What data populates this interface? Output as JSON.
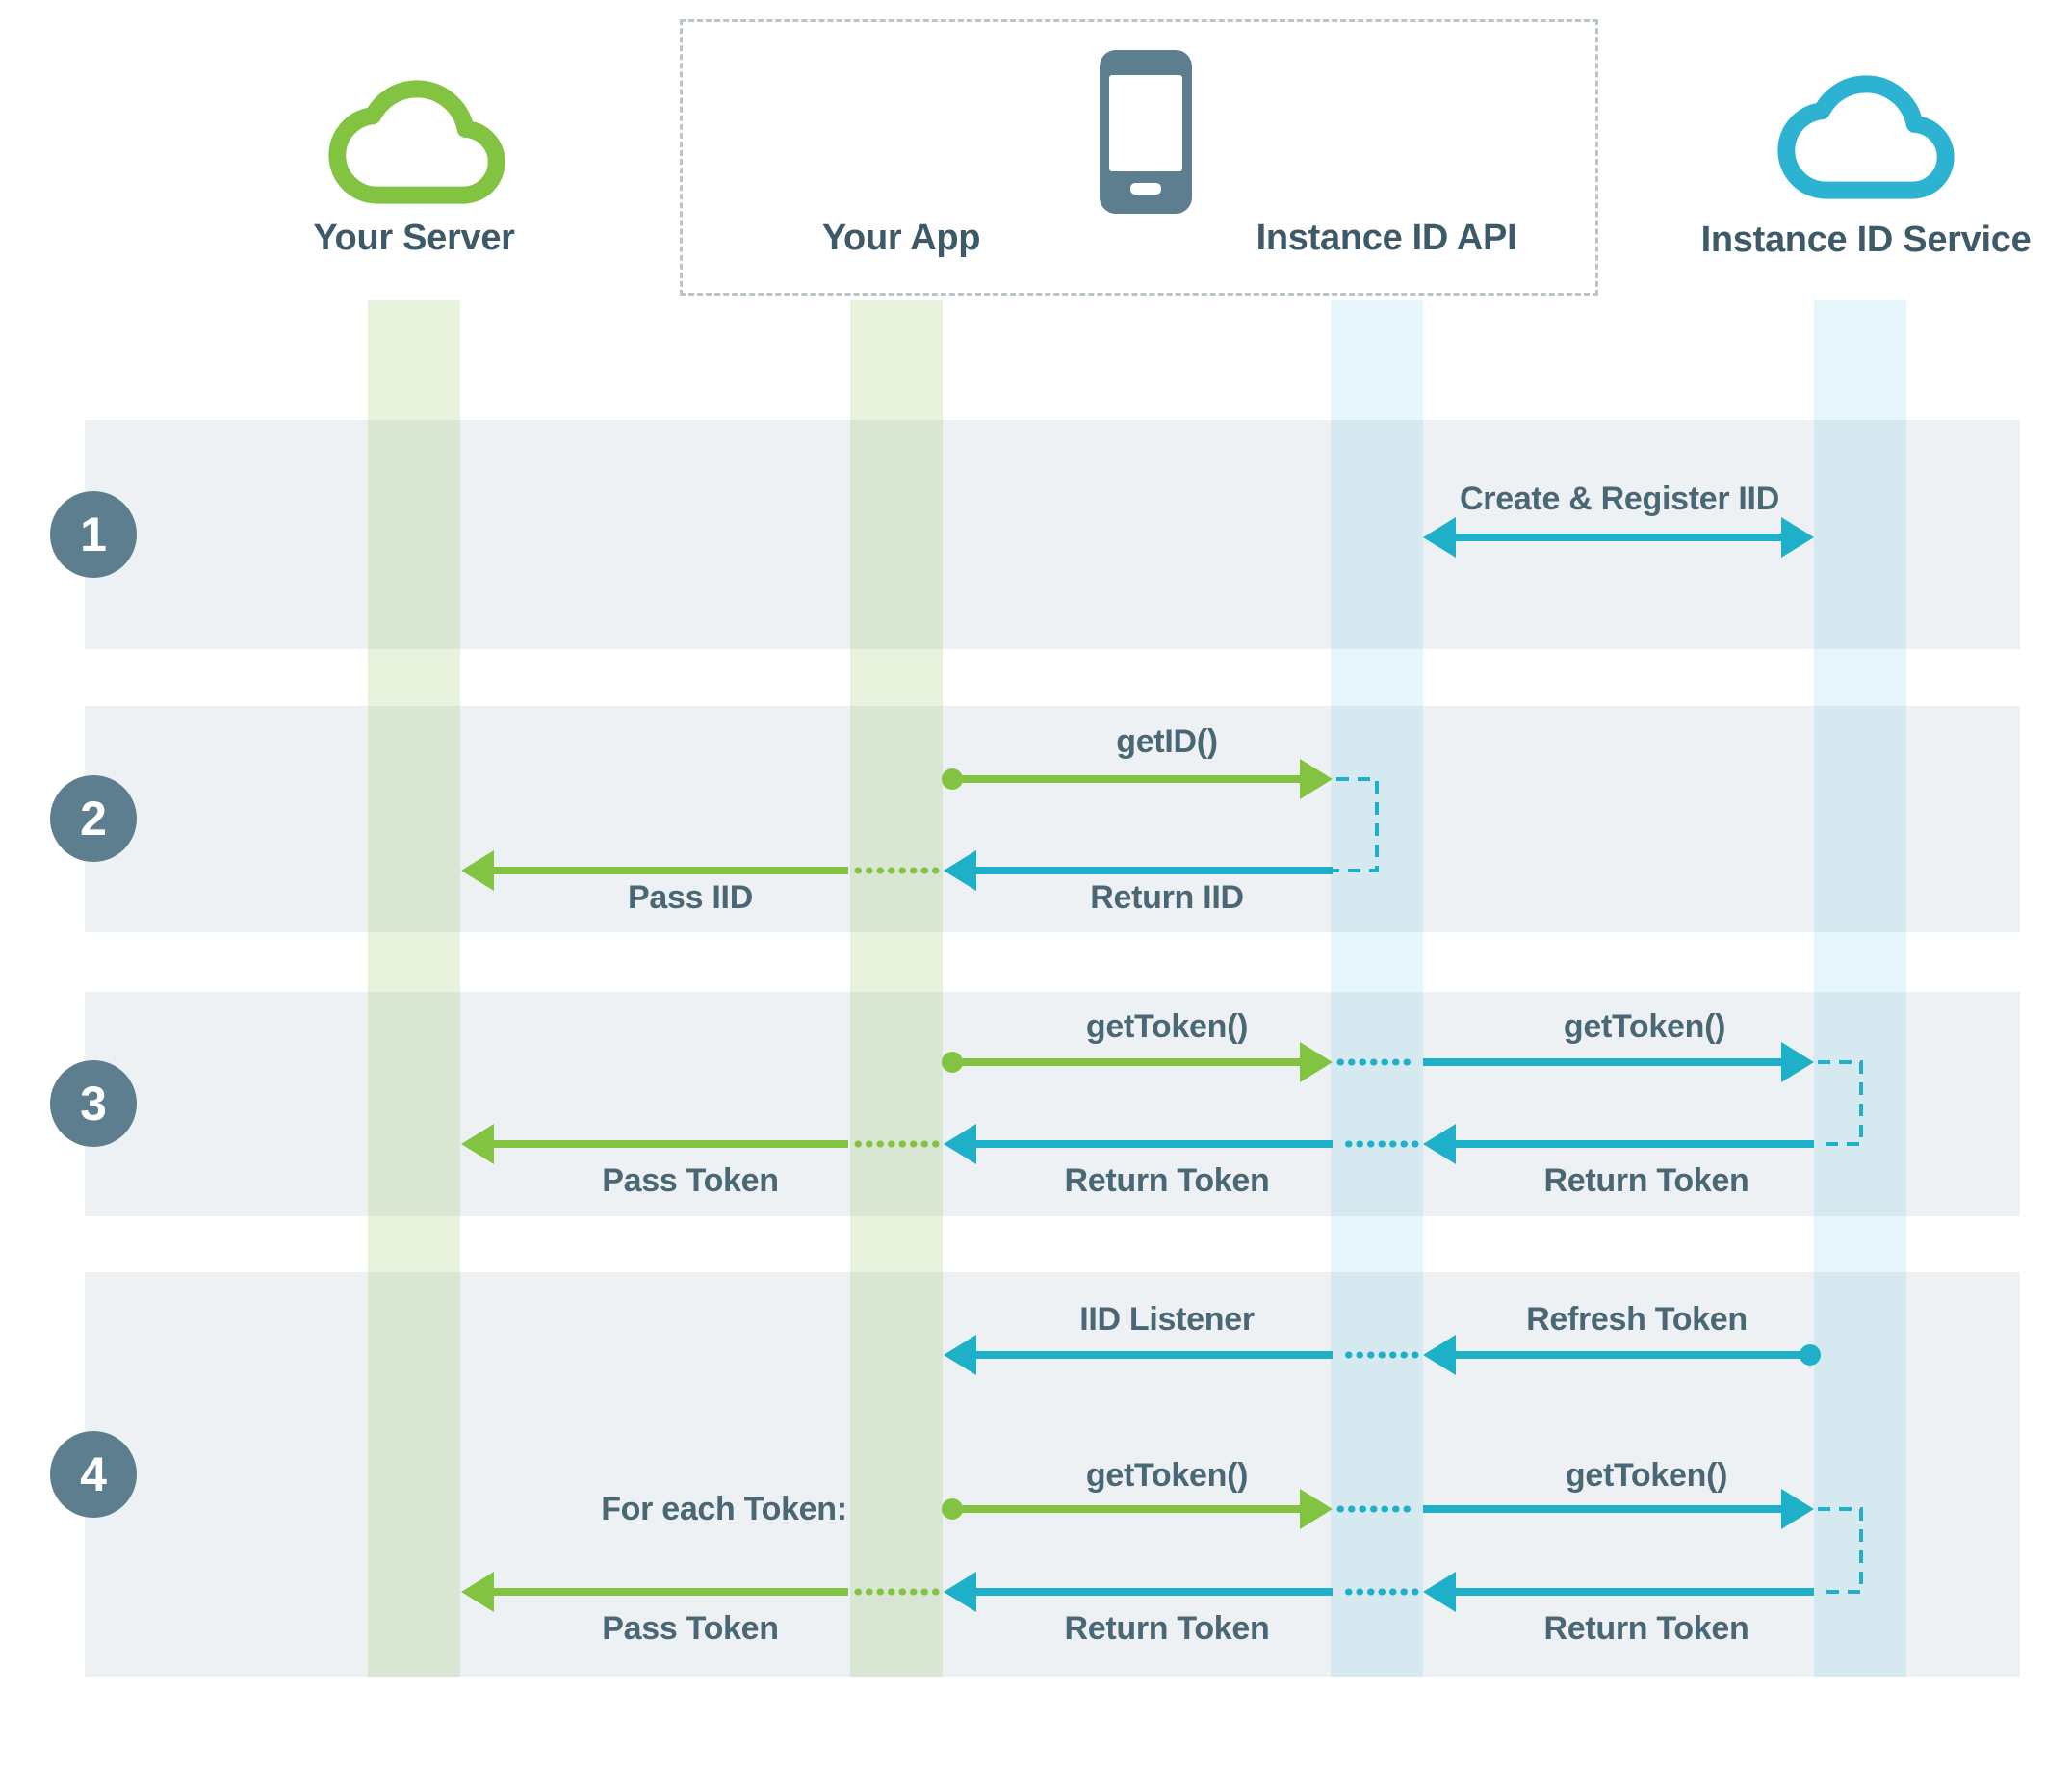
{
  "participants": [
    {
      "label": "Your Server",
      "icon": "cloud-icon"
    },
    {
      "label": "Your App",
      "icon": "phone-icon"
    },
    {
      "label": "Instance ID API",
      "icon": "phone-icon"
    },
    {
      "label": "Instance ID Service",
      "icon": "cloud-icon"
    }
  ],
  "steps": [
    {
      "number": "1",
      "labels": {
        "create_register": "Create & Register IID"
      }
    },
    {
      "number": "2",
      "labels": {
        "get_id": "getID()",
        "return_iid": "Return IID",
        "pass_iid": "Pass IID"
      }
    },
    {
      "number": "3",
      "labels": {
        "get_token": "getToken()",
        "get_token2": "getToken()",
        "return_token": "Return Token",
        "return_token2": "Return Token",
        "pass_token": "Pass Token"
      }
    },
    {
      "number": "4",
      "labels": {
        "iid_listener": "IID Listener",
        "refresh_token": "Refresh Token",
        "for_each_token": "For each Token:",
        "get_token": "getToken()",
        "get_token2": "getToken()",
        "return_token": "Return Token",
        "return_token2": "Return Token",
        "pass_token": "Pass Token"
      }
    }
  ],
  "colors": {
    "green": "#82c341",
    "teal": "#1fb0c9",
    "cloud_blue": "#2cb3d1",
    "slate": "#5d7e8e",
    "header_text": "#3e5a68",
    "label_text": "#4a6775",
    "band": "#edf1f4",
    "green_column": "rgba(130,185,65,0.18)",
    "blue_column": "rgba(35,170,210,0.11)",
    "border_dashed": "#bac5cb"
  }
}
